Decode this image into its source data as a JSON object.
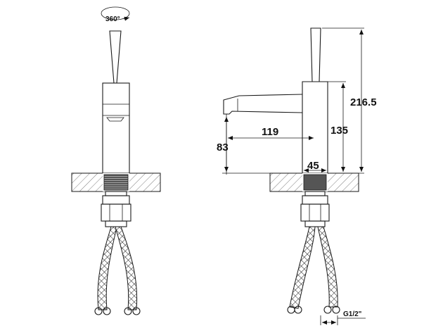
{
  "drawing": {
    "front_view": {
      "rotation_label": "360°"
    },
    "side_view": {
      "dimensions": {
        "total_height": "216.5",
        "body_height": "135",
        "spout_reach": "119",
        "spout_height": "83",
        "base_width": "45"
      },
      "thread_label": "G1/2\""
    }
  }
}
